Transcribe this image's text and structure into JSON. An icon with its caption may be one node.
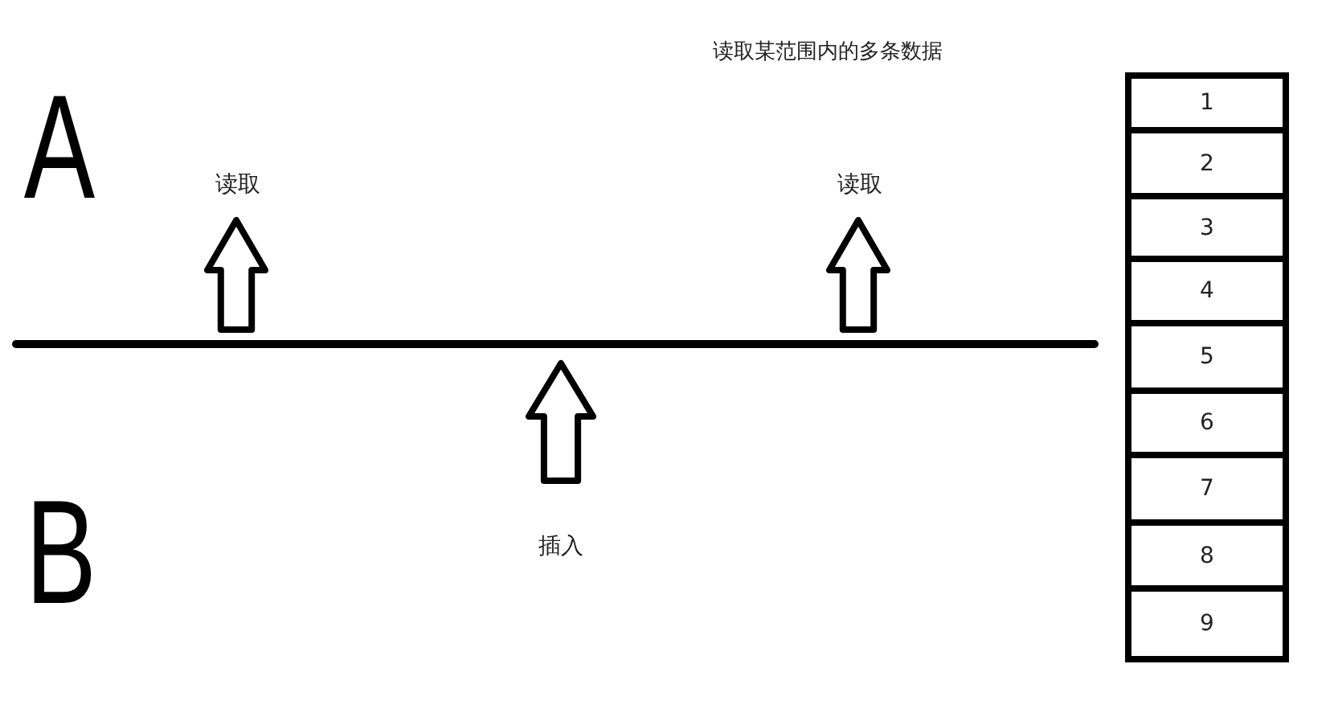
{
  "diagram": {
    "title": "读取某范围内的多条数据",
    "nodes": [
      {
        "text": [
          "1"
        ]
      },
      {
        "text": [
          "2"
        ]
      },
      {
        "text": [
          "3"
        ]
      },
      {
        "text": [
          "4"
        ]
      },
      {
        "text": [
          "5"
        ]
      },
      {
        "text": [
          "6"
        ]
      },
      {
        "text": [
          "7"
        ]
      },
      {
        "text": [
          "8"
        ]
      },
      {
        "text": [
          "9"
        ]
      }
    ],
    "labels": [
      "A",
      "读取",
      "读取",
      "B",
      "插入"
    ]
  }
}
